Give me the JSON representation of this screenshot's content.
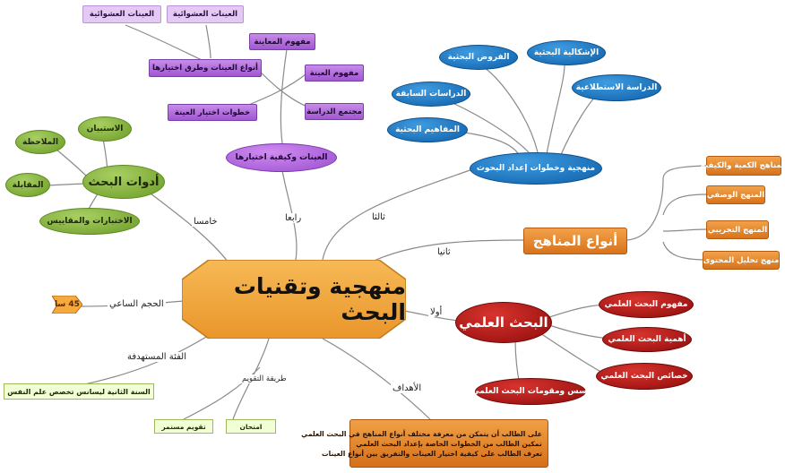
{
  "center": {
    "title": "منهجية وتقنيات البحث"
  },
  "branches": {
    "first": {
      "label": "أولا",
      "topic": "البحث العلمي",
      "children": [
        "مفهوم البحث العلمي",
        "أهمية البحث العلمي",
        "خصائص البحث العلمي",
        "أسس ومقومات البحث العلمي"
      ]
    },
    "second": {
      "label": "ثانيا",
      "topic": "أنواع المناهج",
      "children": [
        "المناهج الكمية والكيفية",
        "المنهج الوصفي",
        "المنهج التجريبي",
        "منهج تحليل المحتوى"
      ]
    },
    "third": {
      "label": "ثالثا",
      "topic": "منهجية وخطوات إعداد البحوث",
      "children": [
        "المفاهيم البحثية",
        "الدراسات السابقة",
        "الفروض البحثية",
        "الإشكالية البحثية",
        "الدراسة الاستطلاعية"
      ]
    },
    "fourth": {
      "label": "رابعا",
      "topic": "العينات وكيفية اختيارها",
      "children": [
        "مفهوم المعاينة",
        "أنواع العينات وطرق اختيارها",
        "مفهوم العينة",
        "مجتمع الدراسة",
        "خطوات اختيار العينة"
      ],
      "sub": [
        "العينات العشوائية",
        "العينات العشوائية"
      ]
    },
    "fifth": {
      "label": "خامسا",
      "topic": "أدوات البحث",
      "children": [
        "الاستبيان",
        "الملاحظة",
        "المقابلة",
        "الاختبارات والمقاييس"
      ]
    }
  },
  "hours": {
    "label": "الحجم الساعي",
    "value": "45 سا"
  },
  "audience": {
    "label": "الفئة المستهدفة",
    "value": "السنة الثانية ليسانس تخصص علم النفس"
  },
  "evaluation": {
    "label": "طريقة التقويم",
    "items": [
      "تقويم مستمر",
      "امتحان"
    ]
  },
  "goals": {
    "label": "الأهداف",
    "lines": [
      "على الطالب أن يتمكن من معرفة مختلف أنواع المناهج في البحث العلمي",
      "تمكين الطالب من الخطوات الخاصة بإعداد البحث العلمي",
      "تعرف الطالب على كيفية اختيار العينات والتفريق بين أنواع العينات"
    ]
  },
  "colors": {
    "center": "#f4a83f",
    "research": "#b2150f",
    "methods": "#d8731c",
    "steps": "#1573c2",
    "samples": "#b06ad9",
    "tools": "#7aa832",
    "boxes": "#f2ffd6"
  }
}
